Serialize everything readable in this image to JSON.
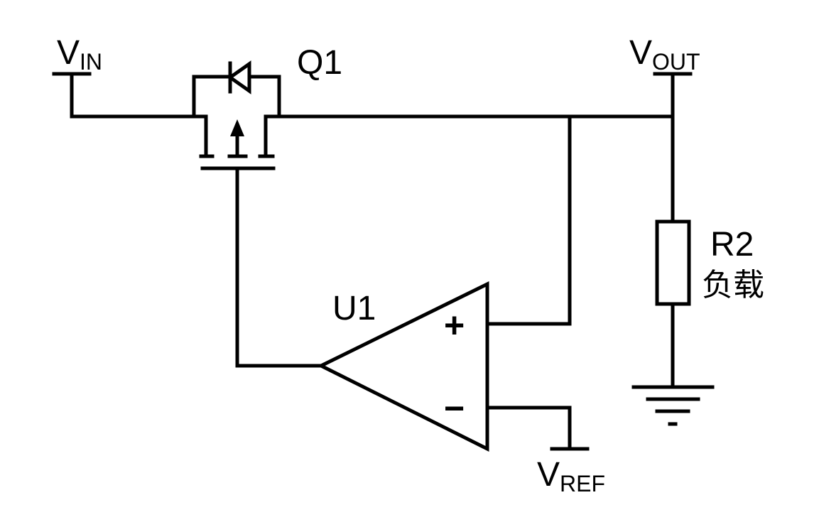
{
  "labels": {
    "vin": {
      "main": "V",
      "sub": "IN"
    },
    "vout": {
      "main": "V",
      "sub": "OUT"
    },
    "vref": {
      "main": "V",
      "sub": "REF"
    },
    "q1": "Q1",
    "u1": "U1",
    "r2": "R2",
    "r2_desc": "负载",
    "plus": "+",
    "minus": "−"
  },
  "colors": {
    "line": "#000000",
    "background": "#ffffff"
  }
}
